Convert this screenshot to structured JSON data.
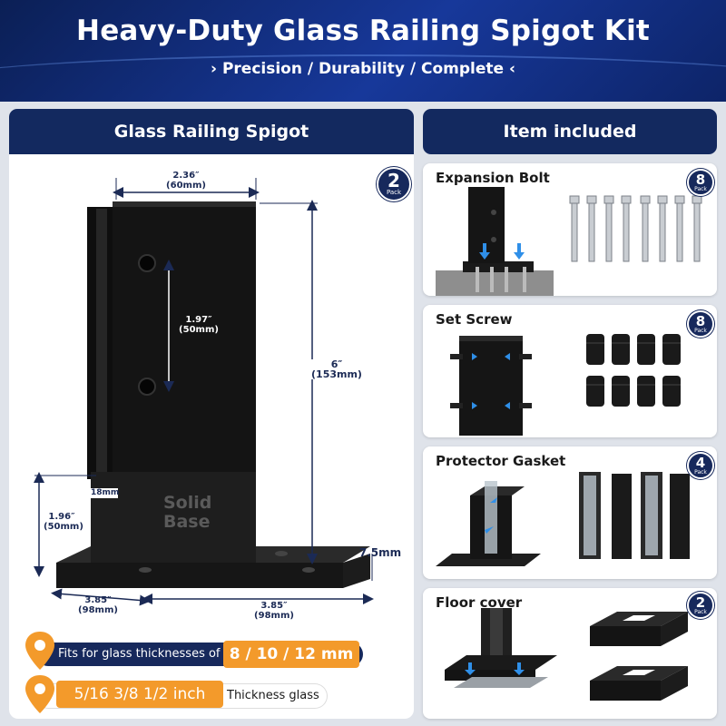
{
  "header": {
    "title": "Heavy-Duty Glass Railing Spigot Kit",
    "subtitle": "› Precision / Durability / Complete ‹"
  },
  "left_panel": {
    "title": "Glass Railing Spigot",
    "pack": {
      "count": "2",
      "label": "Pack"
    },
    "product_text": [
      "Solid",
      "Base"
    ],
    "dimensions": {
      "top_width_in": "2.36″",
      "top_width_mm": "(60mm)",
      "hole_spacing_in": "1.97″",
      "hole_spacing_mm": "(50mm)",
      "height_in": "6″",
      "height_mm": "(153mm)",
      "slot": "18mm",
      "base_height_in": "1.96″",
      "base_height_mm": "(50mm)",
      "plate_thickness": "7.5mm",
      "plate_depth_in": "3.85″",
      "plate_depth_mm": "(98mm)",
      "plate_width_in": "3.85″",
      "plate_width_mm": "(98mm)"
    },
    "fit_text": "Fits for glass thicknesses of",
    "mm_values": "8 / 10 / 12 mm",
    "inch_values": "5/16  3/8  1/2 inch",
    "thickness_label": "Thickness glass"
  },
  "right_panel": {
    "title": "Item included",
    "items": [
      {
        "name": "Expansion Bolt",
        "count": "8",
        "label": "Pack"
      },
      {
        "name": "Set Screw",
        "count": "8",
        "label": "Pack"
      },
      {
        "name": "Protector Gasket",
        "count": "4",
        "label": "Pack"
      },
      {
        "name": "Floor cover",
        "count": "2",
        "label": "Pack"
      }
    ]
  },
  "colors": {
    "navy": "#13295f",
    "orange": "#f39a2b",
    "blue_accent": "#2f8fe8"
  }
}
